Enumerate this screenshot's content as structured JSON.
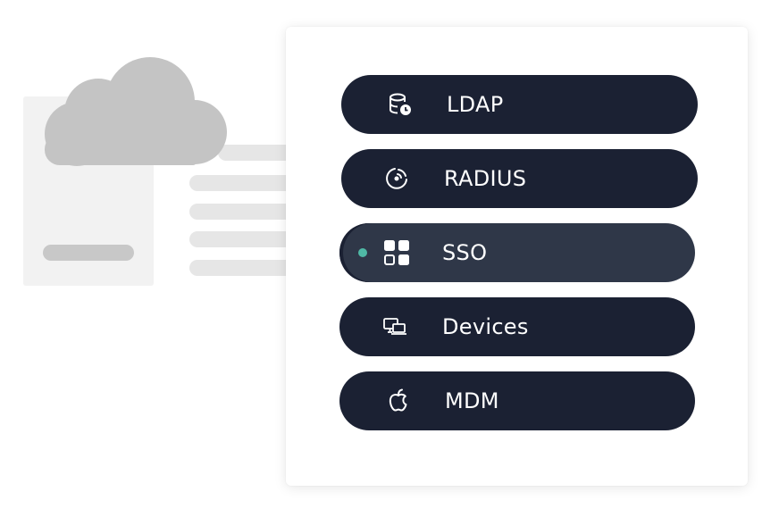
{
  "illustration": {
    "cloud_icon": "cloud-icon",
    "cloud_color": "#c4c4c4",
    "sheet_color": "#f2f2f2",
    "line_color": "#e6e6e6"
  },
  "menu": {
    "background_color": "#1b2133",
    "active_background_color": "#2f3748",
    "active_indicator_color": "#4fb8a5",
    "items": [
      {
        "label": "LDAP",
        "icon": "database-clock-icon",
        "active": false
      },
      {
        "label": "RADIUS",
        "icon": "radius-signal-icon",
        "active": false
      },
      {
        "label": "SSO",
        "icon": "grid-apps-icon",
        "active": true
      },
      {
        "label": "Devices",
        "icon": "devices-icon",
        "active": false
      },
      {
        "label": "MDM",
        "icon": "apple-icon",
        "active": false
      }
    ]
  }
}
